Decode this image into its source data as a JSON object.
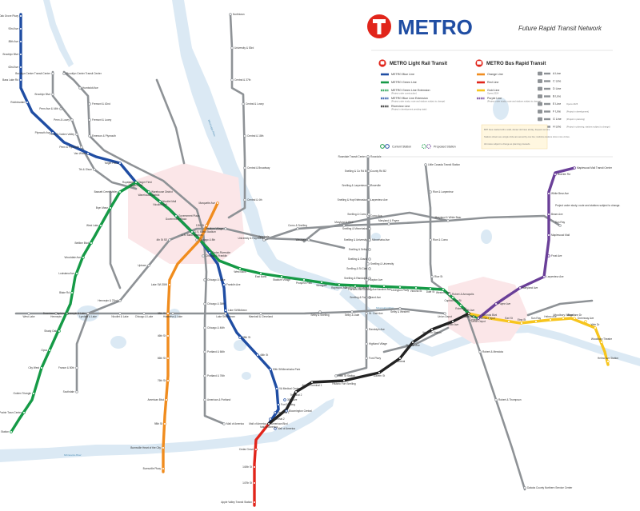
{
  "header": {
    "brand": "METRO",
    "subtitle": "Future Rapid Transit Network"
  },
  "colors": {
    "blue": "#1f4da3",
    "green": "#159a46",
    "orange": "#f08c1e",
    "red": "#e1251b",
    "gold": "#f7c51e",
    "purple": "#6a3f98",
    "bus_gray": "#8e9296",
    "water": "#dbe9f4",
    "downtown": "#fbe6e8"
  },
  "legend": {
    "lrt_title": "METRO Light Rail Transit",
    "brt_title": "METRO Bus Rapid Transit",
    "lrt_items": [
      {
        "name": "METRO Blue Line",
        "color": "#1f4da3"
      },
      {
        "name": "METRO Green Line",
        "color": "#159a46"
      },
      {
        "name": "METRO Green Line Extension",
        "note": "(Project under construction)",
        "color": "#159a46"
      },
      {
        "name": "METRO Blue Line Extension",
        "note": "(Project under study; route and stations subject to change)",
        "color": "#1f4da3"
      },
      {
        "name": "Riverview Line",
        "note": "(Project in development pending state)",
        "color": "#222222"
      }
    ],
    "brt_items": [
      {
        "name": "Orange Line",
        "color": "#f08c1e"
      },
      {
        "name": "Red Line",
        "color": "#e1251b"
      },
      {
        "name": "Gold Line",
        "note": "Opens 2024",
        "color": "#f7c51e"
      },
      {
        "name": "Purple Line",
        "note": "(Project under study; route and stations subject to change)",
        "color": "#6a3f98"
      }
    ],
    "letter_lines": [
      {
        "name": "A Line"
      },
      {
        "name": "C Line"
      },
      {
        "name": "D Line"
      },
      {
        "name": "B Line"
      },
      {
        "name": "E Line",
        "note": "Opens 2025"
      },
      {
        "name": "F Line",
        "note": "(Project in development)"
      },
      {
        "name": "G Line",
        "note": "(Project in planning)"
      },
      {
        "name": "H Line",
        "note": "(Project in planning; stations subject to change)"
      }
    ],
    "station_key": [
      {
        "label": "Current Station"
      },
      {
        "label": "Proposed Station"
      }
    ],
    "notes": [
      "BRT lines marked with a solid, denser dot have all-day, frequent service.",
      "Stations shown as a single circle are served by one line; multi-line stations show more circles.",
      "All routes subject to change as planning proceeds."
    ]
  },
  "water_labels": [
    "Mississippi River",
    "Minnesota River",
    "Mississippi River"
  ],
  "annotations": [
    {
      "text": "Project under study; route and stations subject to change."
    }
  ],
  "stations": {
    "blue_ext": [
      "Oak Grove Pkwy",
      "93rd Ave",
      "85th Ave",
      "Brooklyn Blvd",
      "63rd Ave",
      "Bass Lake Rd",
      "Robbinsdale",
      "Plymouth Ave",
      "Van White",
      "Target Field"
    ],
    "blue": [
      "Target Field",
      "Warehouse District",
      "Nicollet Mall",
      "Government Plaza",
      "U.S. Bank Stadium",
      "Cedar-Riverside",
      "Franklin Ave",
      "Lake St/Midtown",
      "38th St",
      "46th St",
      "50th St/Minnehaha Park",
      "VA Medical Center",
      "Fort Snelling",
      "Terminal 1",
      "Terminal 2",
      "American Blvd",
      "Bloomington Central",
      "30th Ave",
      "Mall of America"
    ],
    "green": [
      "Target Field",
      "Warehouse District",
      "Nicollet Mall",
      "Government Plaza",
      "U.S. Bank Stadium",
      "West Bank",
      "East Bank",
      "Stadium Village",
      "Prospect Park",
      "Westgate",
      "Raymond Ave",
      "Fairview Ave",
      "Snelling Ave",
      "Hamline Ave",
      "Lexington Pkwy",
      "Victoria St",
      "Dale St",
      "Western Ave",
      "Capitol/Rice St",
      "Robert St",
      "10th St",
      "Central",
      "Union Depot"
    ],
    "green_ext": [
      "Royalston",
      "Bassett Creek Valley",
      "Bryn Mawr",
      "West Lake",
      "Beltline Blvd",
      "Wooddale Ave",
      "Louisiana Ave",
      "Blake Rd",
      "Downtown Hopkins",
      "Shady Oak",
      "Opus",
      "City West",
      "Golden Triangle",
      "Eden Prairie Town Center",
      "SouthWest Station"
    ],
    "orange": [
      "Marquette Ave",
      "12th St",
      "Lake St/I-35W",
      "38th St",
      "46th St",
      "66th St",
      "76th St",
      "American Blvd",
      "98th St",
      "Burnsville Heart of the City",
      "Burnsville Pkwy"
    ],
    "red": [
      "Mall of America",
      "Cedar Grove",
      "140th St",
      "147th St",
      "Apple Valley Transit Station"
    ],
    "gold": [
      "Smith Ave",
      "Mounds Blvd",
      "Earl St",
      "Etna St",
      "Sun Ray",
      "Helmo Ave",
      "Woodbury Village",
      "Woodlane Dr",
      "Greenway Ave",
      "Weir Dr",
      "Woodbury Theatre",
      "Helmo Ave Station"
    ],
    "purple": [
      "Union Depot",
      "Payne Ave",
      "Maryland Ave",
      "Larpenteur Ave",
      "Frost Ave",
      "Maplewood Mall",
      "Beam Ave",
      "White Bear Ave",
      "Buerkle Rd",
      "Maplewood Mall Transit Center"
    ],
    "riverview": [
      "Union Depot",
      "Smith Ave",
      "West 7th Station",
      "St. Clair Ave",
      "Montreal",
      "Davern St",
      "Historic Fort Snelling",
      "Airport Terminal 1",
      "Terminal 2",
      "Mall of America"
    ],
    "a_line": [
      "Rosedale",
      "County Rd B2",
      "Roseville",
      "Larpenteur Ave",
      "Como Ave",
      "Minnehaha Ave",
      "Snelling & University",
      "Dayton Ave",
      "Grand Ave",
      "St. Clair Ave",
      "Randolph Ave",
      "Highland Village",
      "Ford Pkwy",
      "46th St Station"
    ],
    "c_line": [
      "Brooklyn Center Transit Center",
      "Brooklyn Blvd",
      "Penn Ave & 44th",
      "Penn & Lowry",
      "Penn & Golden Valley",
      "Penn & Plymouth",
      "7th & Olson"
    ],
    "d_line": [
      "Brooklyn Center Transit Center",
      "Humboldt Ave",
      "Fremont & 42nd",
      "Fremont & Lowry",
      "Emerson & Plymouth",
      "Chicago & 8th",
      "Chicago & Franklin",
      "Chicago & Lake",
      "Chicago & 38th",
      "Chicago & 46th",
      "Portland & 66th",
      "Portland & 76th",
      "American & Portland",
      "Mall of America"
    ],
    "b_line": [
      "West Lake",
      "Hennepin",
      "Lyndale & Lake",
      "Nicollet & Lake",
      "Chicago & Lake",
      "Hiawatha & Lake",
      "Lake St/Midtown",
      "Marshall & Cleveland",
      "Selby & Snelling",
      "Selby & Dale",
      "Selby & Western",
      "Union Depot"
    ],
    "e_line": [
      "Southdale",
      "France & 50th",
      "Hennepin & Lake",
      "Hennepin & 22nd",
      "Uptown",
      "4th St SE",
      "Stadium Village",
      "University & Raymond",
      "Westgate"
    ],
    "f_line": [
      "Northtown",
      "University & 53rd",
      "Central & 37th",
      "Central & Lowry",
      "Central & 18th",
      "Central & Broadway",
      "Central & 4th"
    ],
    "g_line": [
      "Little Canada Transit Station",
      "Rice & Larpenteur",
      "Rice & Como",
      "Rice St",
      "Robert & Annapolis",
      "Robert & Mendota",
      "Robert & Thompson",
      "Dakota County Northern Service Center"
    ],
    "h_line": [
      "Westgate",
      "Como & Snelling",
      "Maryland & Rice",
      "Maryland & Payne",
      "Maryland & White Bear",
      "Sun Ray"
    ],
    "snelling": [
      "Rosedale Transit Center",
      "Snelling & Co Rd B",
      "Snelling & Larpenteur",
      "Snelling & Hoyt Nebraska",
      "Snelling & Como",
      "Snelling & Minnehaha",
      "Snelling & University",
      "Snelling & Selby",
      "Snelling & Grand",
      "Snelling & St Clair",
      "Snelling & Randolph",
      "Snelling & Highland",
      "Snelling & Ford"
    ]
  }
}
